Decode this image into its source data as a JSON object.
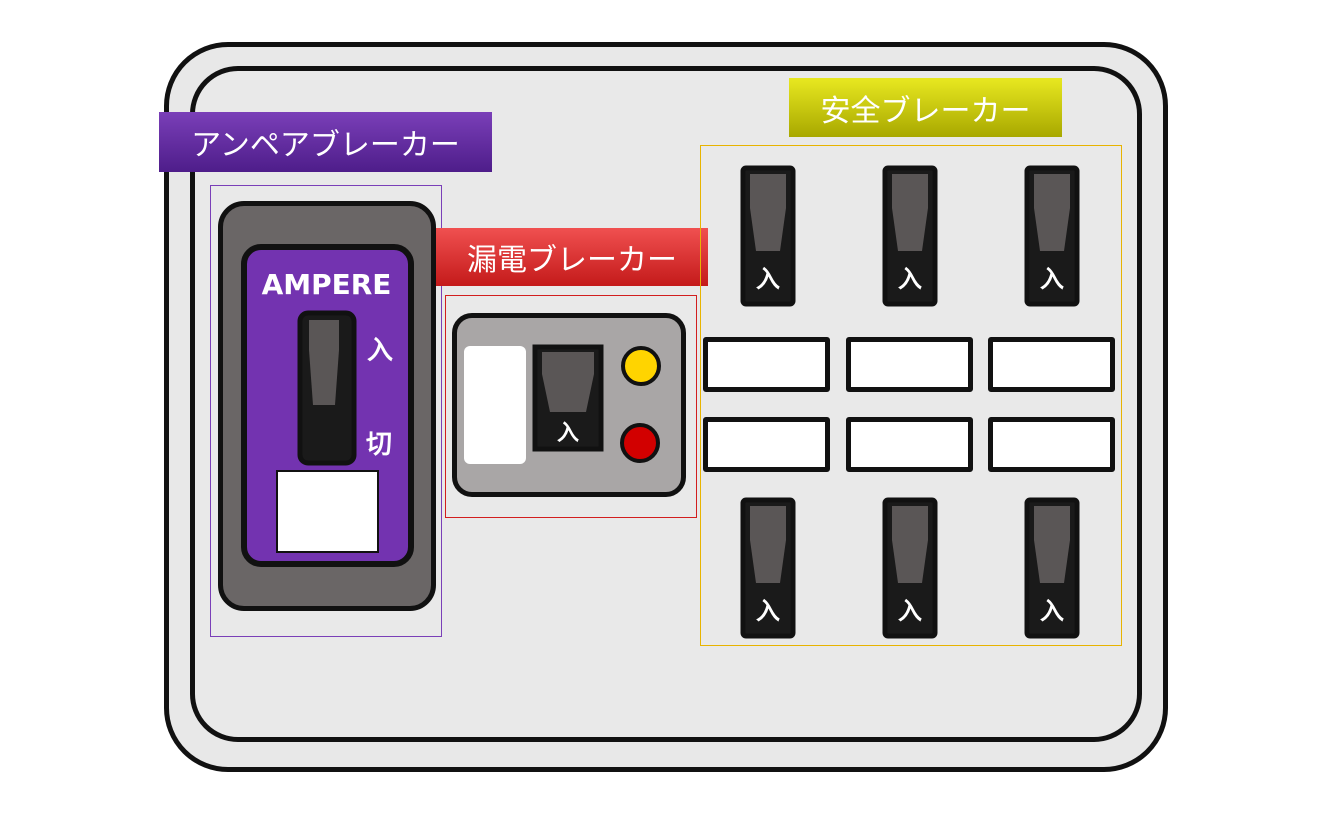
{
  "labels": {
    "ampere_breaker": "アンペアブレーカー",
    "earth_leakage_breaker": "漏電ブレーカー",
    "safety_breakers": "安全ブレーカー"
  },
  "ampere_breaker": {
    "brand": "AMPERE",
    "on_label": "入",
    "off_label": "切"
  },
  "earth_leakage_breaker": {
    "switch_label": "入",
    "lamps": [
      "yellow",
      "red"
    ]
  },
  "safety_breakers": {
    "switch_label": "入",
    "top_row_count": 3,
    "bottom_row_count": 3
  },
  "colors": {
    "ampere_accent": "#7333b0",
    "leak_accent": "#d21e1e",
    "safety_accent": "#e8b400",
    "lamp_yellow": "#ffd400",
    "lamp_red": "#d20000"
  }
}
